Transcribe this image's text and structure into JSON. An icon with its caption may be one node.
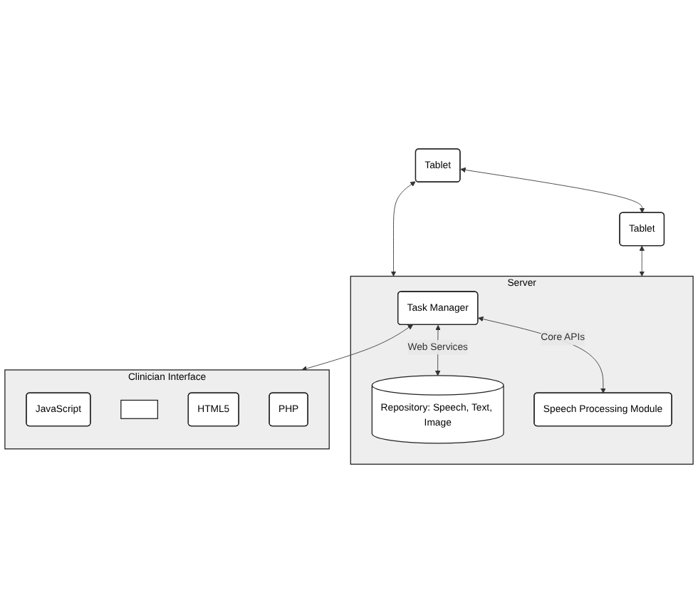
{
  "diagram": {
    "nodes": [
      {
        "text": [
          "Tablet"
        ]
      },
      {
        "text": [
          "Tablet"
        ]
      },
      {
        "text": [
          "Server"
        ]
      },
      {
        "text": [
          "Task Manager"
        ],
        "in": 2
      },
      {
        "text": [
          "Repository: Speech, Text, Image"
        ],
        "in": 2
      },
      {
        "text": [
          "Speech Processing Module"
        ],
        "in": 2
      },
      {
        "text": [
          "Clinician Interface"
        ]
      },
      {
        "text": [
          "JavaScript"
        ],
        "in": 6
      },
      {
        "text": [],
        "shape": "box",
        "in": 6
      },
      {
        "text": [
          "HTML5"
        ],
        "in": 6
      },
      {
        "text": [
          "PHP"
        ],
        "in": 6
      }
    ],
    "edges": [
      {
        "from": 0,
        "to": 1,
        "arrow": "both"
      },
      {
        "from": 0,
        "to": 2,
        "arrow": "both"
      },
      {
        "from": 1,
        "to": 2,
        "arrow": "both"
      },
      {
        "from": 3,
        "to": 6,
        "arrow": "both"
      },
      {
        "from": 3,
        "to": 4,
        "arrow": "both",
        "label": "Web Services"
      },
      {
        "from": 3,
        "to": 5,
        "arrow": "both",
        "label": "Core APIs"
      }
    ]
  }
}
